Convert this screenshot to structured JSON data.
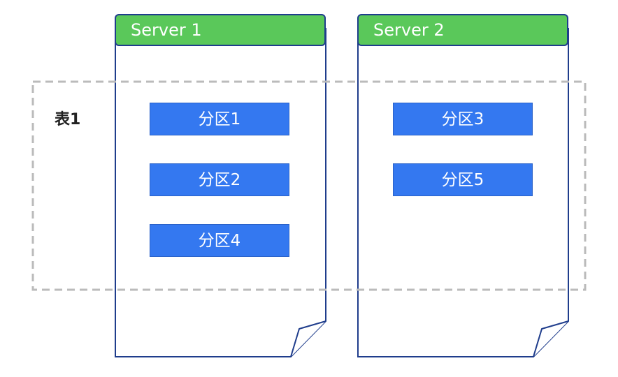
{
  "table": {
    "label": "表1"
  },
  "servers": [
    {
      "title": "Server 1",
      "partitions": [
        "分区1",
        "分区2",
        "分区4"
      ]
    },
    {
      "title": "Server 2",
      "partitions": [
        "分区3",
        "分区5"
      ]
    }
  ],
  "colors": {
    "server_header": "#5ac85a",
    "server_border": "#1f3d8c",
    "partition_fill": "#3478f0",
    "table_boundary": "#bbbbbb"
  }
}
